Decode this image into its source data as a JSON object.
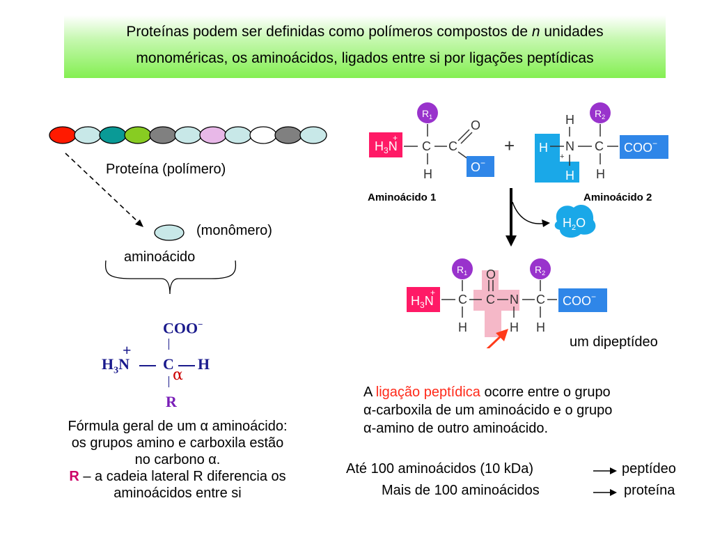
{
  "title": {
    "line1_a": "Proteínas podem ser definidas como polímeros compostos de ",
    "line1_n": "n",
    "line1_b": " unidades",
    "line2": "monoméricas, os aminoácidos, ligados entre si por ligações peptídicas"
  },
  "polymer": {
    "bead_colors": [
      "#ff1a00",
      "#c8e8e8",
      "#0a9a96",
      "#88cc22",
      "#808080",
      "#c8e8e8",
      "#e8b8e8",
      "#c8e8e8",
      "#ffffff",
      "#808080",
      "#c8e8e8"
    ],
    "label": "Proteína (polímero)"
  },
  "monomer": {
    "color": "#c8e8e8",
    "label": "(monômero)",
    "name": "aminoácido"
  },
  "formula": {
    "coo": "COO",
    "coo_charge": "−",
    "plus": "+",
    "h3n": "H",
    "h3n_sub": "3",
    "n": "N",
    "c": "C",
    "h": "H",
    "alpha": "α",
    "r": "R",
    "color": "#1a1a8c",
    "r_color": "#7a1fb8"
  },
  "formula_caption": {
    "line1": "Fórmula geral de um α aminoácido:",
    "line2": "os grupos amino e carboxila estão",
    "line3": "no carbono α.",
    "r_bold": "R",
    "line4_rest": " – a cadeia lateral R diferencia os",
    "line5": "aminoácidos entre si"
  },
  "reaction": {
    "r1": "R",
    "r1_sub": "1",
    "r2": "R",
    "r2_sub": "2",
    "h3n": "H",
    "h3n_sub": "3",
    "n": "N",
    "plus_charge": "+",
    "c": "C",
    "h": "H",
    "o": "O",
    "o_minus": "O",
    "minus": "−",
    "plus_sign": "+",
    "n_atom": "N",
    "coo": "COO",
    "aa1_label": "Aminoácido 1",
    "aa2_label": "Aminoácido 2",
    "water": "H",
    "water_sub": "2",
    "water_o": "O",
    "dipeptide_label": "um dipeptídeo",
    "colors": {
      "amine_box": "#ff1a66",
      "r_circle": "#9933cc",
      "carboxyl_box": "#2f86e8",
      "peptide_bond": "#f5b8c8",
      "water": "#1aa8e8",
      "blue_shape": "#1aa8e8"
    }
  },
  "peptide_note": {
    "a": "A ",
    "highlight": "ligação peptídica",
    "rest1": " ocorre entre o grupo",
    "line2": "α-carboxila de um aminoácido e o grupo",
    "line3": "α-amino de outro aminoácido."
  },
  "size_note": {
    "row1_left": "Até 100 aminoácidos (10 kDa)",
    "row1_right": "peptídeo",
    "row2_left": "Mais de 100 aminoácidos",
    "row2_right": "proteína"
  }
}
